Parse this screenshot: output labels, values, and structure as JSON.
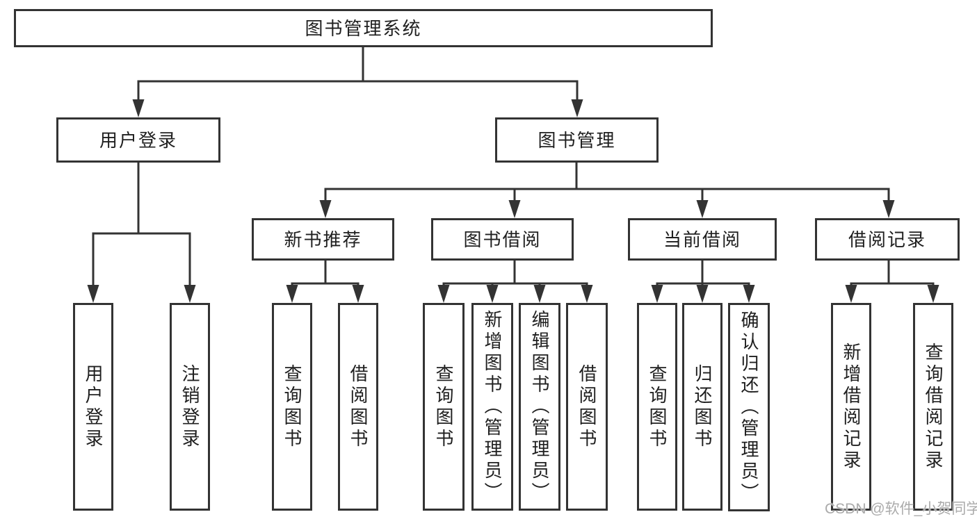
{
  "diagram": {
    "title": "图书管理系统",
    "tree": {
      "root": {
        "label": "图书管理系统",
        "children": [
          {
            "label": "用户登录",
            "children": [
              {
                "label": "用户登录"
              },
              {
                "label": "注销登录"
              }
            ]
          },
          {
            "label": "图书管理",
            "children": [
              {
                "label": "新书推荐",
                "children": [
                  {
                    "label": "查询图书"
                  },
                  {
                    "label": "借阅图书"
                  }
                ]
              },
              {
                "label": "图书借阅",
                "children": [
                  {
                    "label": "查询图书"
                  },
                  {
                    "label": "新增图书（管理员）"
                  },
                  {
                    "label": "编辑图书（管理员）"
                  },
                  {
                    "label": "借阅图书"
                  }
                ]
              },
              {
                "label": "当前借阅",
                "children": [
                  {
                    "label": "查询图书"
                  },
                  {
                    "label": "归还图书"
                  },
                  {
                    "label": "确认归还（管理员）"
                  }
                ]
              },
              {
                "label": "借阅记录",
                "children": [
                  {
                    "label": "新增借阅记录"
                  },
                  {
                    "label": "查询借阅记录"
                  }
                ]
              }
            ]
          }
        ]
      }
    },
    "line_color": "#333333",
    "text_color": "#1f1f1f",
    "background_color": "#ffffff"
  },
  "watermark": {
    "text": "CSDN @软件_小贺同学"
  }
}
